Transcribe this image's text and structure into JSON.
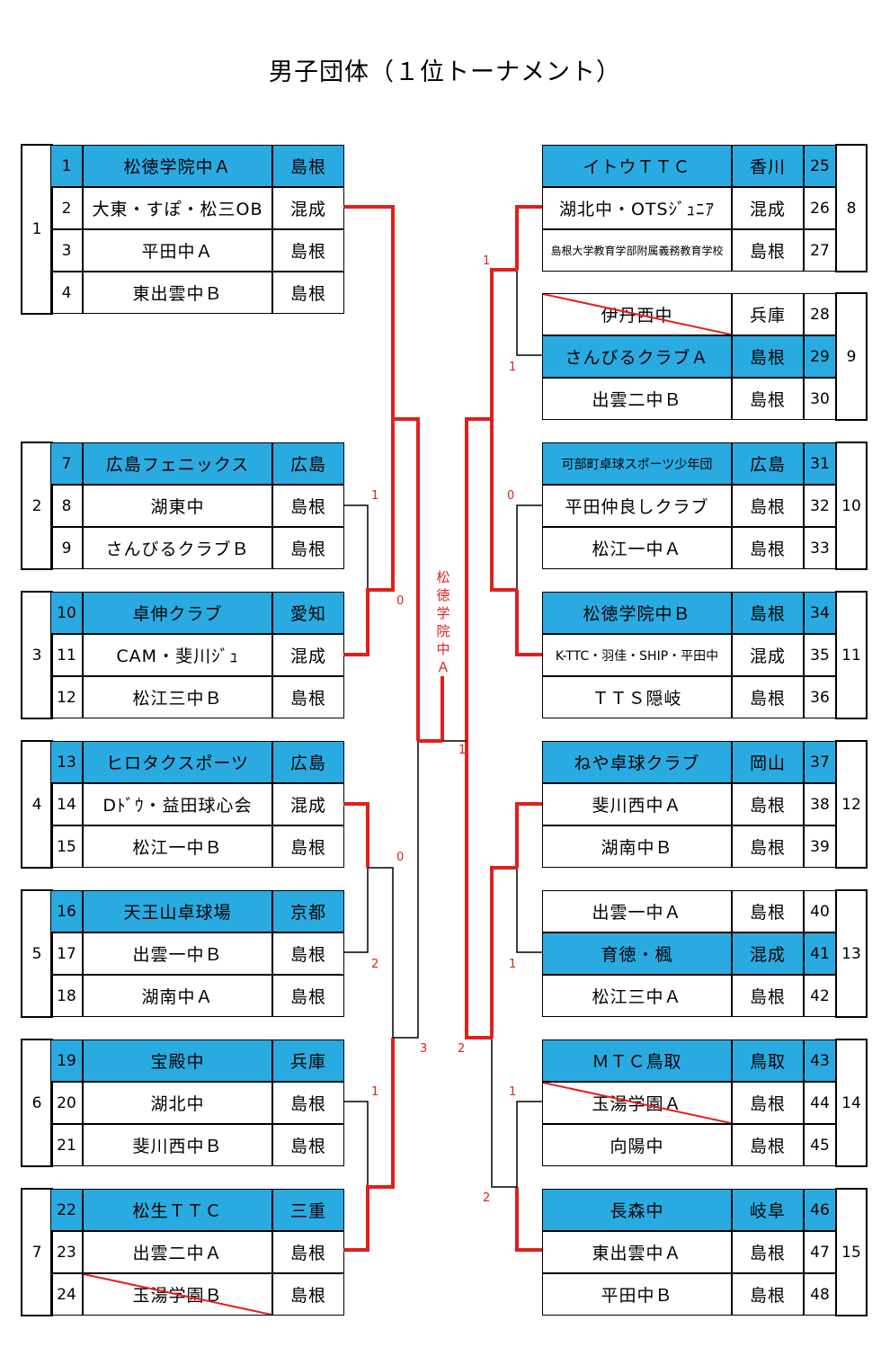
{
  "title": "男子団体（１位トーナメント）",
  "winner": "松徳学院中Ａ",
  "colors": {
    "highlight": "#29abe2",
    "bracket_win": "#e0201b",
    "bracket": "#000000"
  },
  "left_groups": [
    {
      "num": "1",
      "teams": [
        {
          "seed": "1",
          "name": "松徳学院中Ａ",
          "pref": "島根",
          "hl": true
        },
        {
          "seed": "2",
          "name": "大東・すぽ・松三OB",
          "pref": "混成"
        },
        {
          "seed": "3",
          "name": "平田中Ａ",
          "pref": "島根"
        },
        {
          "seed": "4",
          "name": "東出雲中Ｂ",
          "pref": "島根"
        }
      ]
    },
    {
      "num": "2",
      "teams": [
        {
          "seed": "7",
          "name": "広島フェニックス",
          "pref": "広島",
          "hl": true
        },
        {
          "seed": "8",
          "name": "湖東中",
          "pref": "島根"
        },
        {
          "seed": "9",
          "name": "さんびるクラブＢ",
          "pref": "島根"
        }
      ]
    },
    {
      "num": "3",
      "teams": [
        {
          "seed": "10",
          "name": "卓伸クラブ",
          "pref": "愛知",
          "hl": true
        },
        {
          "seed": "11",
          "name": "CAM・斐川ｼﾞｭ",
          "pref": "混成"
        },
        {
          "seed": "12",
          "name": "松江三中Ｂ",
          "pref": "島根"
        }
      ]
    },
    {
      "num": "4",
      "teams": [
        {
          "seed": "13",
          "name": "ヒロタクスポーツ",
          "pref": "広島",
          "hl": true
        },
        {
          "seed": "14",
          "name": "Dﾄﾞｳ・益田球心会",
          "pref": "混成"
        },
        {
          "seed": "15",
          "name": "松江一中Ｂ",
          "pref": "島根"
        }
      ]
    },
    {
      "num": "5",
      "teams": [
        {
          "seed": "16",
          "name": "天王山卓球場",
          "pref": "京都",
          "hl": true
        },
        {
          "seed": "17",
          "name": "出雲一中Ｂ",
          "pref": "島根"
        },
        {
          "seed": "18",
          "name": "湖南中Ａ",
          "pref": "島根"
        }
      ]
    },
    {
      "num": "6",
      "teams": [
        {
          "seed": "19",
          "name": "宝殿中",
          "pref": "兵庫",
          "hl": true
        },
        {
          "seed": "20",
          "name": "湖北中",
          "pref": "島根"
        },
        {
          "seed": "21",
          "name": "斐川西中Ｂ",
          "pref": "島根"
        }
      ]
    },
    {
      "num": "7",
      "teams": [
        {
          "seed": "22",
          "name": "松生ＴＴＣ",
          "pref": "三重",
          "hl": true
        },
        {
          "seed": "23",
          "name": "出雲二中Ａ",
          "pref": "島根"
        },
        {
          "seed": "24",
          "name": "玉湯学園Ｂ",
          "pref": "島根",
          "withdrawn": true
        }
      ]
    }
  ],
  "right_groups": [
    {
      "num": "8",
      "teams": [
        {
          "seed": "25",
          "name": "イトウＴＴＣ",
          "pref": "香川",
          "hl": true
        },
        {
          "seed": "26",
          "name": "湖北中・OTSｼﾞｭﾆｱ",
          "pref": "混成"
        },
        {
          "seed": "27",
          "name": "島根大学教育学部附属義務教育学校",
          "pref": "島根",
          "small": true
        }
      ]
    },
    {
      "num": "9",
      "teams": [
        {
          "seed": "28",
          "name": "伊丹西中",
          "pref": "兵庫",
          "withdrawn": true
        },
        {
          "seed": "29",
          "name": "さんびるクラブＡ",
          "pref": "島根",
          "hl": true
        },
        {
          "seed": "30",
          "name": "出雲二中Ｂ",
          "pref": "島根"
        }
      ]
    },
    {
      "num": "10",
      "teams": [
        {
          "seed": "31",
          "name": "可部町卓球スポーツ少年団",
          "pref": "広島",
          "hl": true,
          "mid": true
        },
        {
          "seed": "32",
          "name": "平田仲良しクラブ",
          "pref": "島根"
        },
        {
          "seed": "33",
          "name": "松江一中Ａ",
          "pref": "島根"
        }
      ]
    },
    {
      "num": "11",
      "teams": [
        {
          "seed": "34",
          "name": "松徳学院中Ｂ",
          "pref": "島根",
          "hl": true
        },
        {
          "seed": "35",
          "name": "K-TTC・羽佳・SHIP・平田中",
          "pref": "混成",
          "mid": true
        },
        {
          "seed": "36",
          "name": "ＴＴＳ隠岐",
          "pref": "島根"
        }
      ]
    },
    {
      "num": "12",
      "teams": [
        {
          "seed": "37",
          "name": "ねや卓球クラブ",
          "pref": "岡山",
          "hl": true
        },
        {
          "seed": "38",
          "name": "斐川西中Ａ",
          "pref": "島根"
        },
        {
          "seed": "39",
          "name": "湖南中Ｂ",
          "pref": "島根"
        }
      ]
    },
    {
      "num": "13",
      "teams": [
        {
          "seed": "40",
          "name": "出雲一中Ａ",
          "pref": "島根"
        },
        {
          "seed": "41",
          "name": "育徳・楓",
          "pref": "混成",
          "hl": true
        },
        {
          "seed": "42",
          "name": "松江三中Ａ",
          "pref": "島根"
        }
      ]
    },
    {
      "num": "14",
      "teams": [
        {
          "seed": "43",
          "name": "ＭＴＣ鳥取",
          "pref": "鳥取",
          "hl": true
        },
        {
          "seed": "44",
          "name": "玉湯学園Ａ",
          "pref": "島根",
          "withdrawn": true
        },
        {
          "seed": "45",
          "name": "向陽中",
          "pref": "島根"
        }
      ]
    },
    {
      "num": "15",
      "teams": [
        {
          "seed": "46",
          "name": "長森中",
          "pref": "岐阜",
          "hl": true
        },
        {
          "seed": "47",
          "name": "東出雲中Ａ",
          "pref": "島根"
        },
        {
          "seed": "48",
          "name": "平田中Ｂ",
          "pref": "島根"
        }
      ]
    }
  ],
  "scores": {
    "l_g2": "1",
    "l_g3": "0",
    "l_g4": "0",
    "l_g5": "2",
    "l_g6": "1",
    "l_g7": "",
    "l_semi_low": "3",
    "final_left": "1",
    "r_g8": "1",
    "r_g9": "1",
    "r_g10": "0",
    "r_g12": "",
    "r_g13": "1",
    "r_g14": "1",
    "r_g15": "2",
    "r_semi_low": "2"
  }
}
